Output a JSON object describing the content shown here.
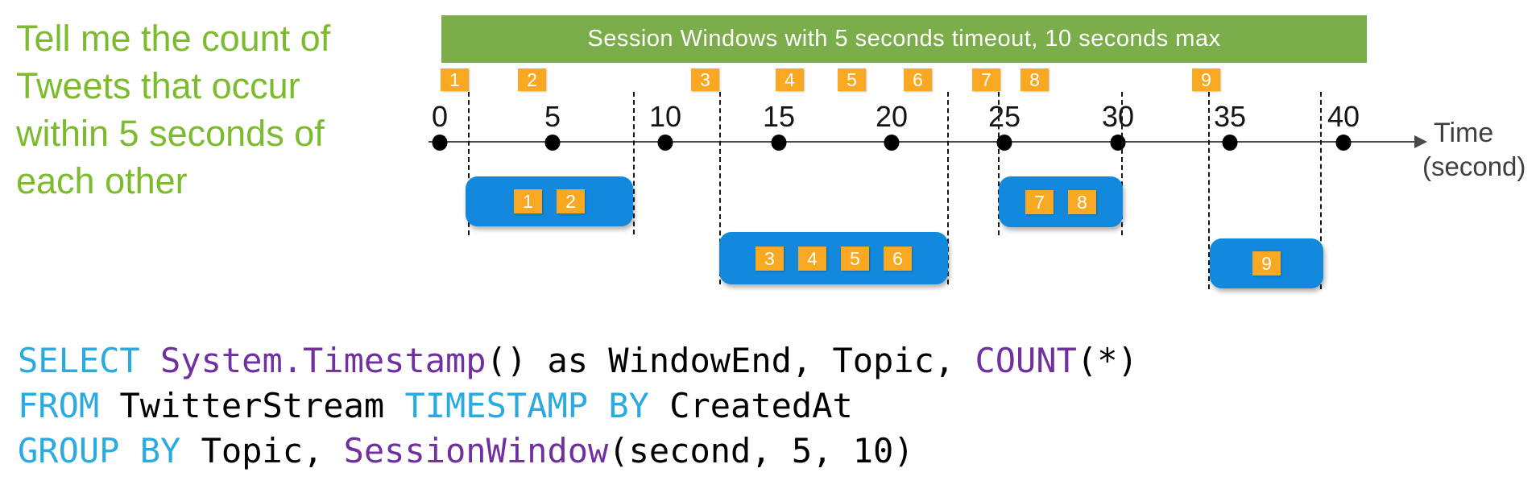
{
  "headline": {
    "text": "Tell me the count of\nTweets that occur\nwithin 5 seconds of\neach other"
  },
  "banner": {
    "label": "Session Windows with 5 seconds timeout, 10 seconds max"
  },
  "timeline": {
    "ticks": [
      "0",
      "5",
      "10",
      "15",
      "20",
      "25",
      "30",
      "35",
      "40"
    ],
    "events": [
      "1",
      "2",
      "3",
      "4",
      "5",
      "6",
      "7",
      "8",
      "9"
    ],
    "axis_label": "Time",
    "axis_unit": "(second)"
  },
  "sessions": [
    {
      "events": [
        "1",
        "2"
      ]
    },
    {
      "events": [
        "3",
        "4",
        "5",
        "6"
      ]
    },
    {
      "events": [
        "7",
        "8"
      ]
    },
    {
      "events": [
        "9"
      ]
    }
  ],
  "palette": {
    "headline_green": "#7CBB2E",
    "banner_green": "#7BAD4B",
    "window_blue": "#1289DC",
    "event_orange": "#F9A822",
    "sql_keyword_cyan": "#29ABE2",
    "sql_function_purple": "#7030A0",
    "sql_plain_black": "#000000"
  },
  "sql": {
    "lines": [
      {
        "tokens": [
          {
            "text": "SELECT ",
            "type": "kw"
          },
          {
            "text": "System.Timestamp",
            "type": "fn"
          },
          {
            "text": "() as WindowEnd, Topic, ",
            "type": "plain"
          },
          {
            "text": "COUNT",
            "type": "fn"
          },
          {
            "text": "(*)",
            "type": "plain"
          }
        ]
      },
      {
        "tokens": [
          {
            "text": "FROM ",
            "type": "kw"
          },
          {
            "text": "TwitterStream ",
            "type": "plain"
          },
          {
            "text": "TIMESTAMP BY ",
            "type": "kw"
          },
          {
            "text": "CreatedAt",
            "type": "plain"
          }
        ]
      },
      {
        "tokens": [
          {
            "text": "GROUP BY ",
            "type": "kw"
          },
          {
            "text": "Topic, ",
            "type": "plain"
          },
          {
            "text": "SessionWindow",
            "type": "fn"
          },
          {
            "text": "(second, 5, 10)",
            "type": "plain"
          }
        ]
      }
    ]
  }
}
